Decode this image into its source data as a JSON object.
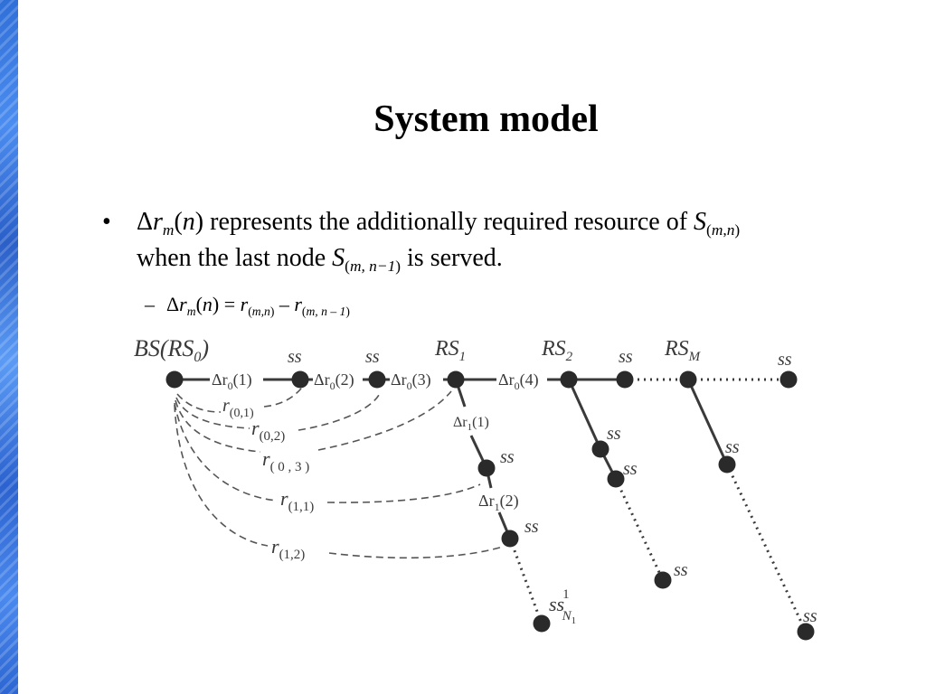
{
  "slide": {
    "title": "System model",
    "bullet": {
      "marker": "•",
      "line1_prefix_delta": "Δ",
      "line1_r": "r",
      "line1_r_sub": "m",
      "line1_open": "(",
      "line1_n": "n",
      "line1_close": ")",
      "line1_text": " represents the additionally required resource of ",
      "line1_S": "S",
      "line1_S_sub_m": "m",
      "line1_S_sub_comma": ",",
      "line1_S_sub_n": "n",
      "line2_text": "when the last node ",
      "line2_S": "S",
      "line2_S_sub": "m, n−1",
      "line2_tail": " is served."
    },
    "sub_bullet": {
      "marker": "–",
      "delta": "Δ",
      "r": "r",
      "r_sub": "m",
      "open": "(",
      "n": "n",
      "close": ")",
      "eq": " = ",
      "r2": "r",
      "r2_sub": "m,n",
      "minus": " – ",
      "r3": "r",
      "r3_sub": "m, n – 1"
    }
  },
  "diagram": {
    "nodes": [
      {
        "id": "BS"
      },
      {
        "id": "ss1"
      },
      {
        "id": "ss2"
      },
      {
        "id": "RS1"
      },
      {
        "id": "RS2"
      },
      {
        "id": "ss3"
      },
      {
        "id": "RSM"
      },
      {
        "id": "ss4"
      },
      {
        "id": "b1a"
      },
      {
        "id": "b1b"
      },
      {
        "id": "b1c"
      },
      {
        "id": "b2a"
      },
      {
        "id": "b2b"
      },
      {
        "id": "b2c"
      },
      {
        "id": "bMa"
      },
      {
        "id": "bMb"
      }
    ],
    "labels": {
      "bs": "BS(RS",
      "bs_sub": "0",
      "bs_close": ")",
      "ss": "ss",
      "rs1": "RS",
      "rs1_sub": "1",
      "rs2": "RS",
      "rs2_sub": "2",
      "rsm": "RS",
      "rsm_sub": "M",
      "ssn": "ss",
      "ssn_sup": "1",
      "ssn_sub": "N",
      "ssn_sub2": "1",
      "delta_r0_1": "Δr",
      "d01_sub": "0",
      "d01_arg": "(1)",
      "d02_arg": "(2)",
      "d03_arg": "(3)",
      "d04_arg": "(4)",
      "delta_r1": "Δr",
      "d11_sub": "1",
      "d11_arg": "(1)",
      "d12_arg": "(2)",
      "r": "r",
      "r01": "(0,1)",
      "r02": "(0,2)",
      "r03": "( 0 , 3 )",
      "r11": "(1,1)",
      "r12": "(1,2)"
    }
  }
}
